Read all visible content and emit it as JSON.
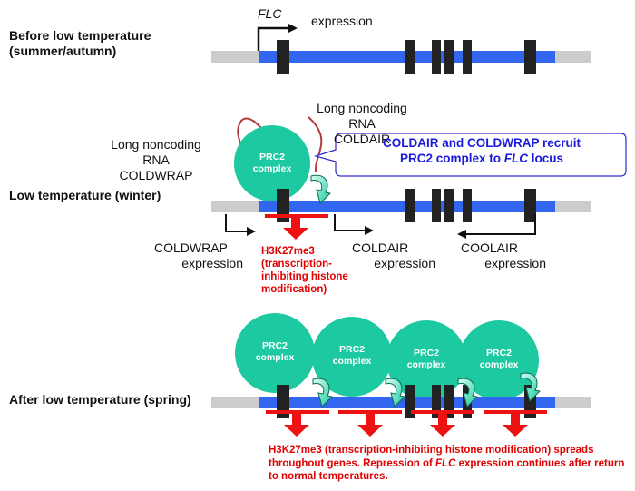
{
  "stage1": {
    "title_line1": "Before low temperature",
    "title_line2": "(summer/autumn)",
    "gene": "FLC",
    "expression": "expression"
  },
  "stage2": {
    "title": "Low temperature (winter)",
    "coldair_rna_line1": "Long noncoding RNA",
    "coldair_rna_line2": "COLDAIR",
    "coldwrap_rna_line1": "Long noncoding RNA",
    "coldwrap_rna_line2": "COLDWRAP",
    "prc2_line1": "PRC2",
    "prc2_line2": "complex",
    "callout_line1": "COLDAIR and COLDWRAP recruit",
    "callout_line2_pre": "PRC2 complex to ",
    "callout_line2_gene": "FLC",
    "callout_line2_post": " locus",
    "coldwrap_expr_line1": "COLDWRAP",
    "coldwrap_expr_line2": "expression",
    "coldair_expr_line1": "COLDAIR",
    "coldair_expr_line2": "expression",
    "coolair_expr_line1": "COOLAIR",
    "coolair_expr_line2": "expression",
    "h3k27_line1": "H3K27me3",
    "h3k27_line2": "(transcription-",
    "h3k27_line3": "inhibiting histone",
    "h3k27_line4": "modification)"
  },
  "stage3": {
    "title": "After low temperature (spring)",
    "prc2_line1": "PRC2",
    "prc2_line2": "complex",
    "note_line1": "H3K27me3 (transcription-inhibiting histone modification) spreads",
    "note_line2_pre": "throughout genes. Repression of ",
    "note_line2_gene": "FLC",
    "note_line2_post": " expression continues after return",
    "note_line3": "to normal temperatures."
  },
  "colors": {
    "gene_body": "#3366ee",
    "flank": "#cccccc",
    "exon": "#222222",
    "prc2": "#1cc9a0",
    "mark": "#ee1111",
    "callout_text": "#1a1adc",
    "rna": "#b23a3a"
  }
}
